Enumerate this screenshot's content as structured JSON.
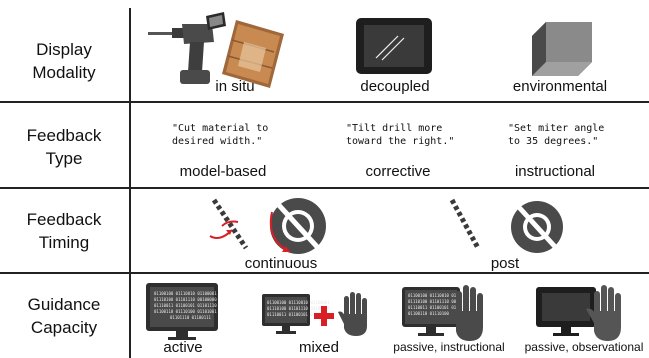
{
  "rows": [
    {
      "label_line1": "Display",
      "label_line2": "Modality"
    },
    {
      "label_line1": "Feedback",
      "label_line2": "Type"
    },
    {
      "label_line1": "Feedback",
      "label_line2": "Timing"
    },
    {
      "label_line1": "Guidance",
      "label_line2": "Capacity"
    }
  ],
  "display_modality": {
    "in_situ": "in situ",
    "decoupled": "decoupled",
    "environmental": "environmental"
  },
  "feedback_type": {
    "model_based": {
      "quote_line1": "\"Cut material to",
      "quote_line2": "desired width.\"",
      "label": "model-based"
    },
    "corrective": {
      "quote_line1": "\"Tilt drill more",
      "quote_line2": "toward the right.\"",
      "label": "corrective"
    },
    "instructional": {
      "quote_line1": "\"Set miter angle",
      "quote_line2": "to 35 degrees.\"",
      "label": "instructional"
    }
  },
  "feedback_timing": {
    "continuous": "continuous",
    "post": "post"
  },
  "guidance_capacity": {
    "active": "active",
    "mixed": "mixed",
    "passive_instructional": "passive, instructional",
    "passive_observational": "passive, observational"
  },
  "monitor_code": {
    "line1": "01100100 01110010 01100001",
    "line2": "01110100 01101110 00100000",
    "line3": "01110011 01100101 01101110",
    "line4": "01100110 01110100 01101001",
    "line5": "01101110 01100111"
  },
  "colors": {
    "accent_red": "#d81f26",
    "dark_gray": "#4a4a4a",
    "line": "#222222"
  }
}
